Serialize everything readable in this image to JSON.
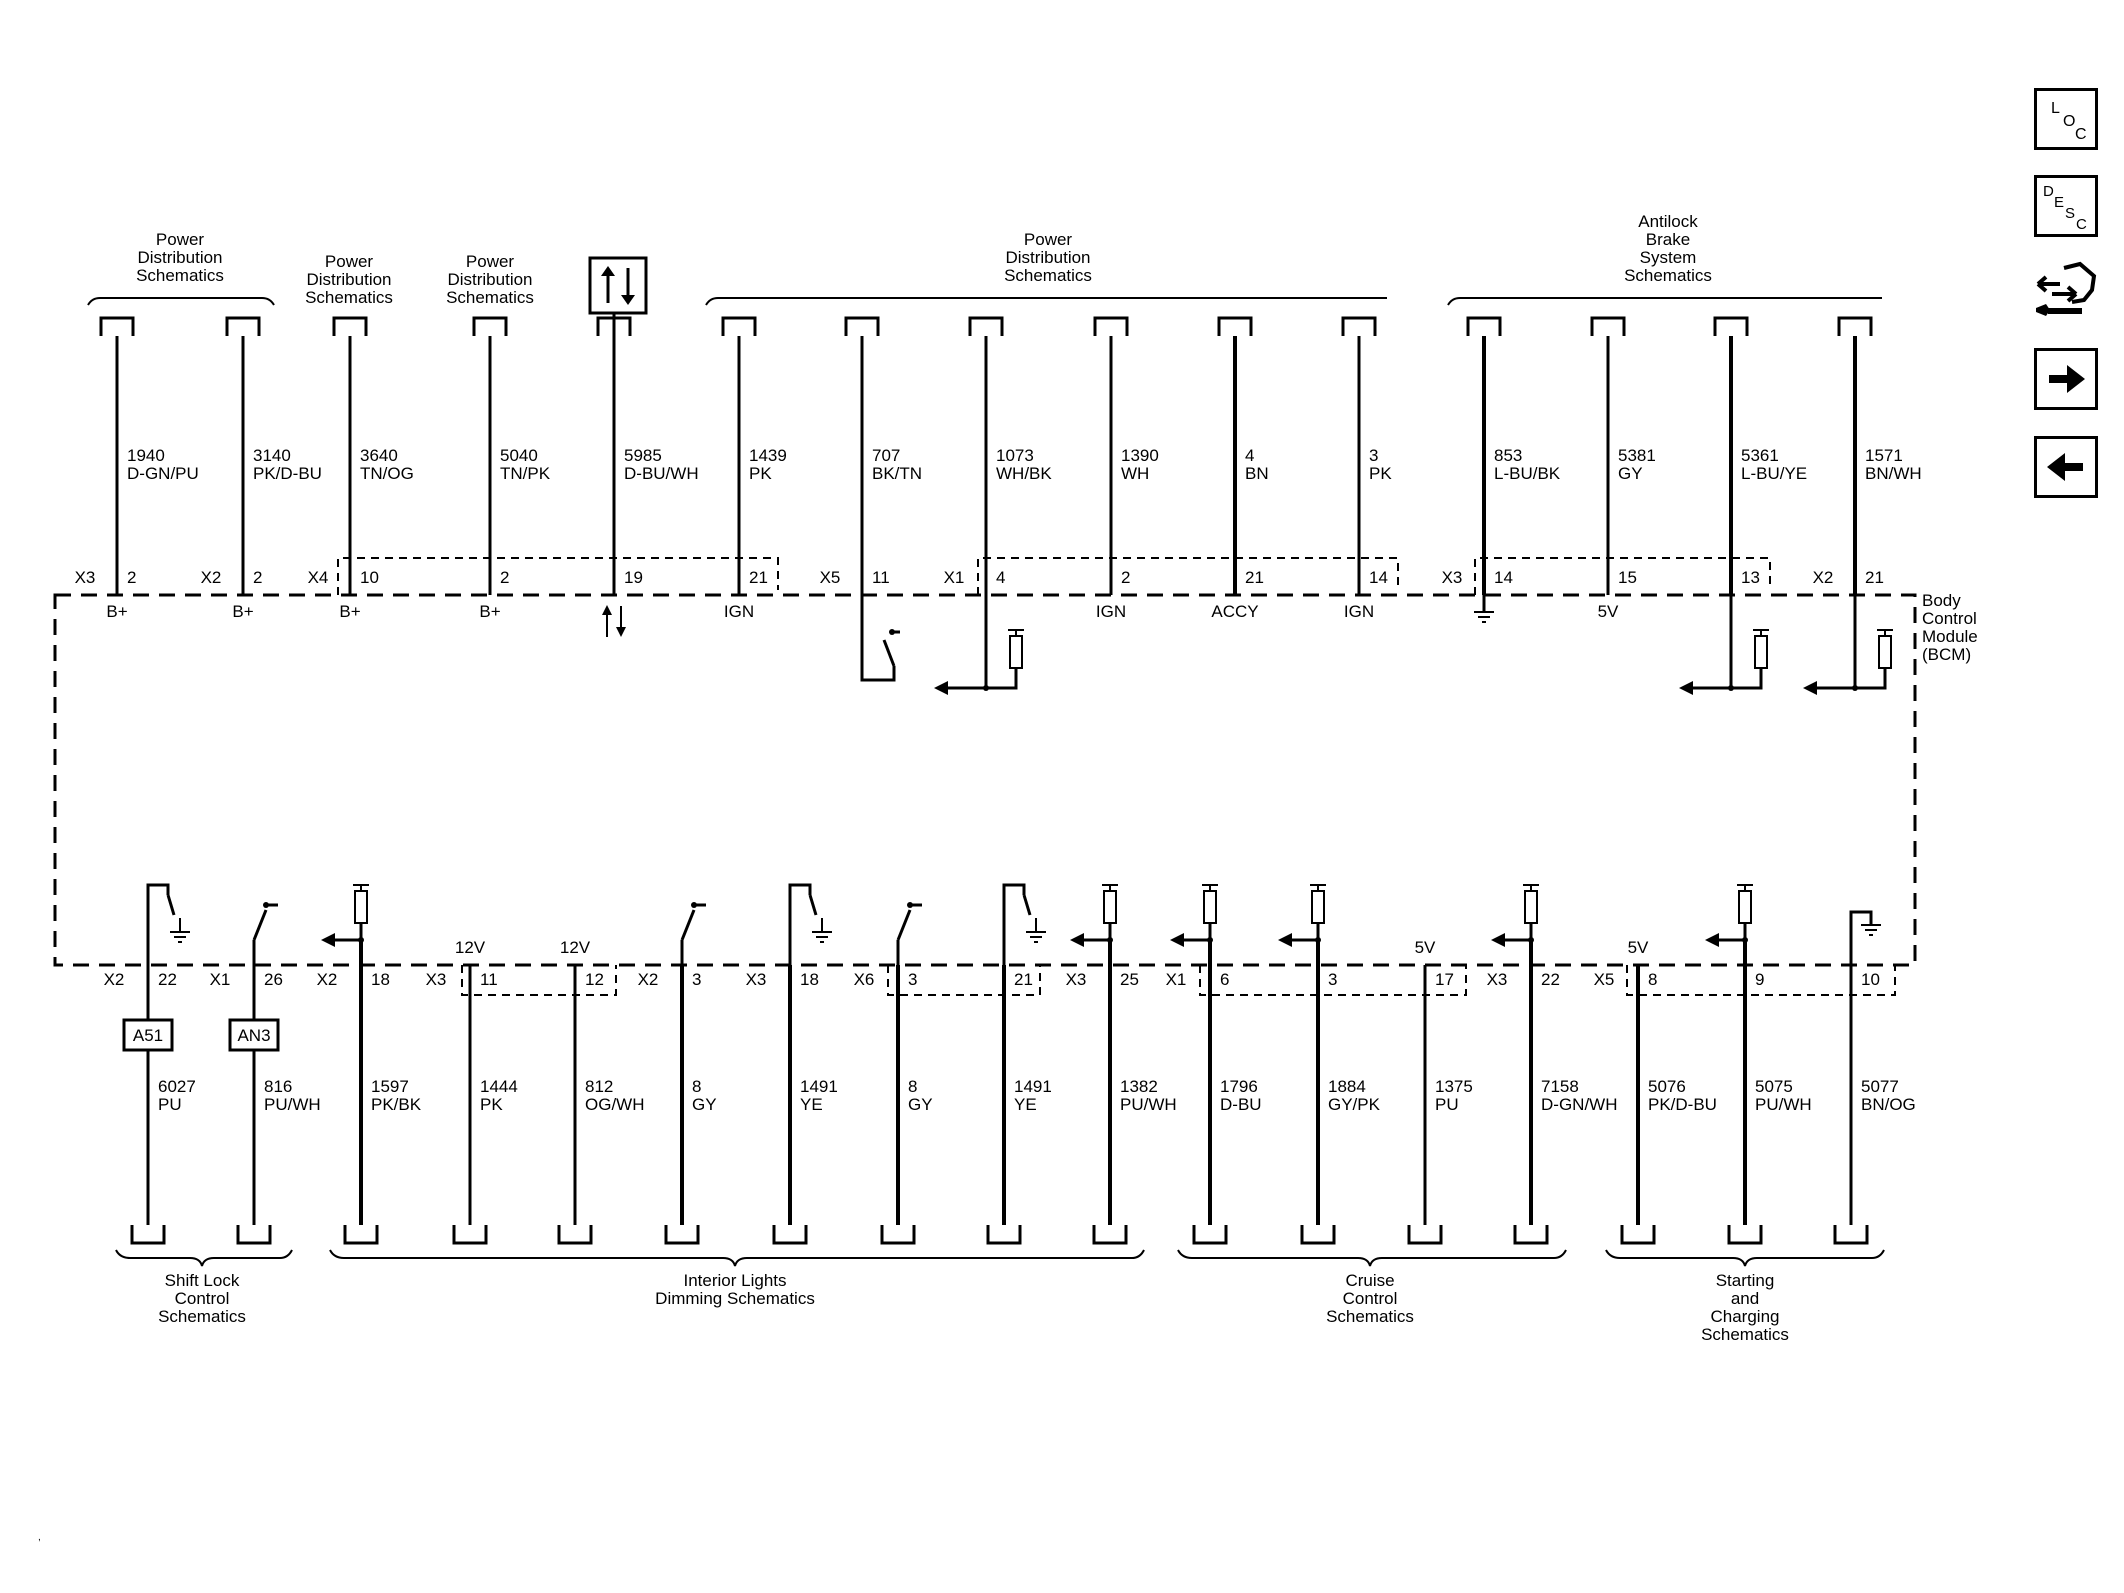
{
  "nav": {
    "loc": {
      "l1": "L",
      "l2": "O",
      "l3": "C"
    },
    "desc": {
      "l1": "D",
      "l2": "E",
      "l3": "S",
      "l4": "C"
    }
  },
  "module": {
    "lines": [
      "Body",
      "Control",
      "Module",
      "(BCM)"
    ]
  },
  "top_groups": [
    {
      "lines": [
        "Power",
        "Distribution",
        "Schematics"
      ]
    },
    {
      "lines": [
        "Power",
        "Distribution",
        "Schematics"
      ]
    },
    {
      "lines": [
        "Power",
        "Distribution",
        "Schematics"
      ]
    },
    {
      "lines": [
        "Power",
        "Distribution",
        "Schematics"
      ]
    },
    {
      "lines": [
        "Antilock",
        "Brake",
        "System",
        "Schematics"
      ]
    }
  ],
  "bottom_groups": [
    {
      "lines": [
        "Shift Lock",
        "Control",
        "Schematics"
      ]
    },
    {
      "lines": [
        "Interior Lights",
        "Dimming Schematics"
      ]
    },
    {
      "lines": [
        "Cruise",
        "Control",
        "Schematics"
      ]
    },
    {
      "lines": [
        "Starting",
        "and",
        "Charging",
        "Schematics"
      ]
    }
  ],
  "top_wires": [
    {
      "circuit": "1940",
      "color": "D-GN/PU",
      "conn": "X3",
      "pin": "2",
      "func": "B+"
    },
    {
      "circuit": "3140",
      "color": "PK/D-BU",
      "conn": "X2",
      "pin": "2",
      "func": "B+"
    },
    {
      "circuit": "3640",
      "color": "TN/OG",
      "conn": "X4",
      "pin": "10",
      "func": "B+"
    },
    {
      "circuit": "5040",
      "color": "TN/PK",
      "conn": "",
      "pin": "2",
      "func": "B+"
    },
    {
      "circuit": "5985",
      "color": "D-BU/WH",
      "conn": "",
      "pin": "19",
      "func": ""
    },
    {
      "circuit": "1439",
      "color": "PK",
      "conn": "",
      "pin": "21",
      "func": "IGN"
    },
    {
      "circuit": "707",
      "color": "BK/TN",
      "conn": "X5",
      "pin": "11",
      "func": ""
    },
    {
      "circuit": "1073",
      "color": "WH/BK",
      "conn": "X1",
      "pin": "4",
      "func": ""
    },
    {
      "circuit": "1390",
      "color": "WH",
      "conn": "",
      "pin": "2",
      "func": "IGN"
    },
    {
      "circuit": "4",
      "color": "BN",
      "conn": "",
      "pin": "21",
      "func": "ACCY"
    },
    {
      "circuit": "3",
      "color": "PK",
      "conn": "",
      "pin": "14",
      "func": "IGN"
    },
    {
      "circuit": "853",
      "color": "L-BU/BK",
      "conn": "X3",
      "pin": "14",
      "func": ""
    },
    {
      "circuit": "5381",
      "color": "GY",
      "conn": "",
      "pin": "15",
      "func": "5V"
    },
    {
      "circuit": "5361",
      "color": "L-BU/YE",
      "conn": "",
      "pin": "13",
      "func": ""
    },
    {
      "circuit": "1571",
      "color": "BN/WH",
      "conn": "X2",
      "pin": "21",
      "func": ""
    }
  ],
  "bottom_wires": [
    {
      "circuit": "6027",
      "color": "PU",
      "conn": "X2",
      "pin": "22",
      "func": "",
      "device": "A51"
    },
    {
      "circuit": "816",
      "color": "PU/WH",
      "conn": "X1",
      "pin": "26",
      "func": "",
      "device": "AN3"
    },
    {
      "circuit": "1597",
      "color": "PK/BK",
      "conn": "X2",
      "pin": "18",
      "func": ""
    },
    {
      "circuit": "1444",
      "color": "PK",
      "conn": "X3",
      "pin": "11",
      "func": "12V"
    },
    {
      "circuit": "812",
      "color": "OG/WH",
      "conn": "",
      "pin": "12",
      "func": "12V"
    },
    {
      "circuit": "8",
      "color": "GY",
      "conn": "X2",
      "pin": "3",
      "func": ""
    },
    {
      "circuit": "1491",
      "color": "YE",
      "conn": "X3",
      "pin": "18",
      "func": ""
    },
    {
      "circuit": "8",
      "color": "GY",
      "conn": "X6",
      "pin": "3",
      "func": ""
    },
    {
      "circuit": "1491",
      "color": "YE",
      "conn": "",
      "pin": "21",
      "func": ""
    },
    {
      "circuit": "1382",
      "color": "PU/WH",
      "conn": "X3",
      "pin": "25",
      "func": ""
    },
    {
      "circuit": "1796",
      "color": "D-BU",
      "conn": "X1",
      "pin": "6",
      "func": ""
    },
    {
      "circuit": "1884",
      "color": "GY/PK",
      "conn": "",
      "pin": "3",
      "func": ""
    },
    {
      "circuit": "1375",
      "color": "PU",
      "conn": "",
      "pin": "17",
      "func": "5V"
    },
    {
      "circuit": "7158",
      "color": "D-GN/WH",
      "conn": "X3",
      "pin": "22",
      "func": ""
    },
    {
      "circuit": "5076",
      "color": "PK/D-BU",
      "conn": "X5",
      "pin": "8",
      "func": "5V"
    },
    {
      "circuit": "5075",
      "color": "PU/WH",
      "conn": "",
      "pin": "9",
      "func": ""
    },
    {
      "circuit": "5077",
      "color": "BN/OG",
      "conn": "",
      "pin": "10",
      "func": ""
    }
  ]
}
